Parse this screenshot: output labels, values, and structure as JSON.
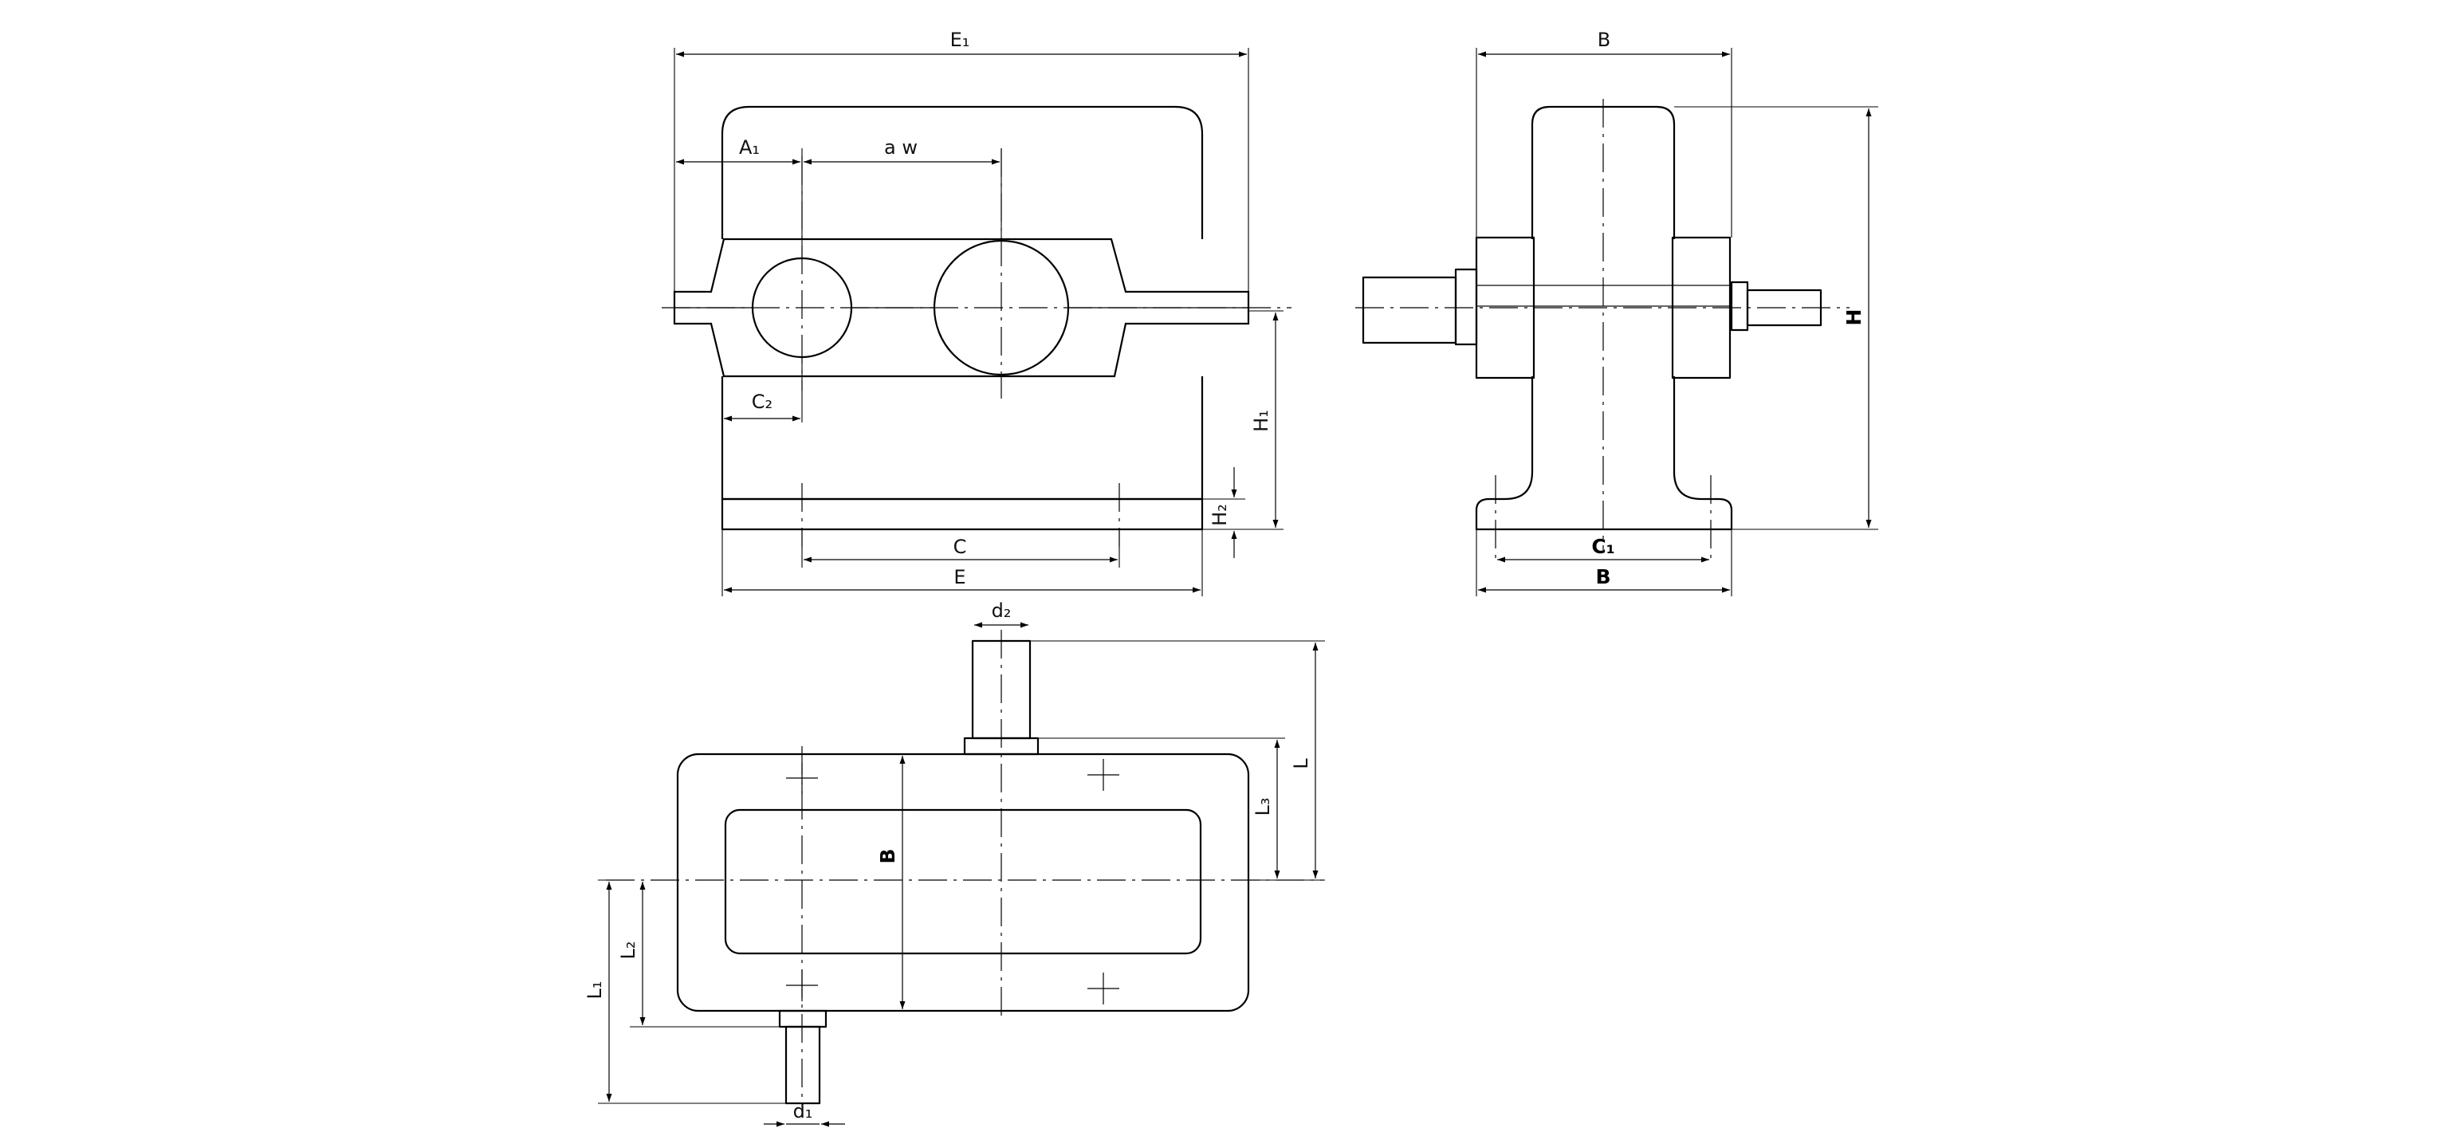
{
  "labels": {
    "E1": "E₁",
    "A1": "A₁",
    "aw": "a w",
    "C2": "C₂",
    "C": "C",
    "E": "E",
    "H1": "H₁",
    "H2": "H₂",
    "B_top": "B",
    "H": "H",
    "C1": "C₁",
    "B_side": "B",
    "d2": "d₂",
    "L": "L",
    "L3": "L₃",
    "B_plan": "B",
    "L2": "L₂",
    "L1": "L₁",
    "d1": "d₁"
  }
}
